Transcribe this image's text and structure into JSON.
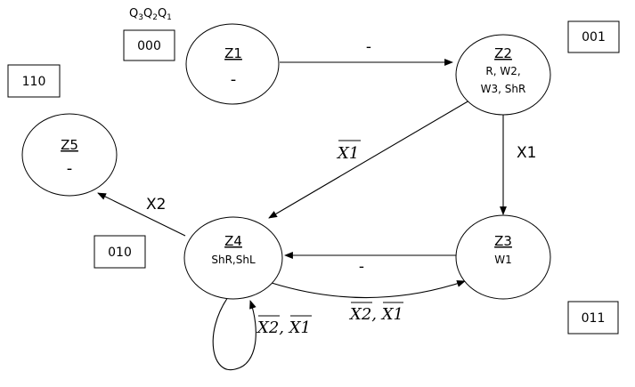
{
  "header": {
    "variables_parts": [
      {
        "text": "Q",
        "sub": "3"
      },
      {
        "text": "Q",
        "sub": "2"
      },
      {
        "text": "Q",
        "sub": "1"
      }
    ]
  },
  "states": [
    {
      "id": "Z1",
      "name": "Z1",
      "outputs": [
        "-"
      ],
      "code": "000"
    },
    {
      "id": "Z2",
      "name": "Z2",
      "outputs": [
        "R, W2,",
        "W3, ShR"
      ],
      "code": "001"
    },
    {
      "id": "Z3",
      "name": "Z3",
      "outputs": [
        "W1"
      ],
      "code": "011"
    },
    {
      "id": "Z4",
      "name": "Z4",
      "outputs": [
        "ShR,ShL"
      ],
      "code": "010"
    },
    {
      "id": "Z5",
      "name": "Z5",
      "outputs": [
        "-"
      ],
      "code": "110"
    }
  ],
  "transitions": [
    {
      "from": "Z1",
      "to": "Z2",
      "label": "-"
    },
    {
      "from": "Z2",
      "to": "Z3",
      "label": "X1"
    },
    {
      "from": "Z2",
      "to": "Z4",
      "label": "X1",
      "negated": true
    },
    {
      "from": "Z3",
      "to": "Z4",
      "label": "-"
    },
    {
      "from": "Z4",
      "to": "Z3",
      "label": "X2, X1",
      "negated": true
    },
    {
      "from": "Z4",
      "to": "Z5",
      "label": "X2"
    },
    {
      "from": "Z4",
      "to": "Z4",
      "label": "X2, X1",
      "negated": true
    }
  ]
}
